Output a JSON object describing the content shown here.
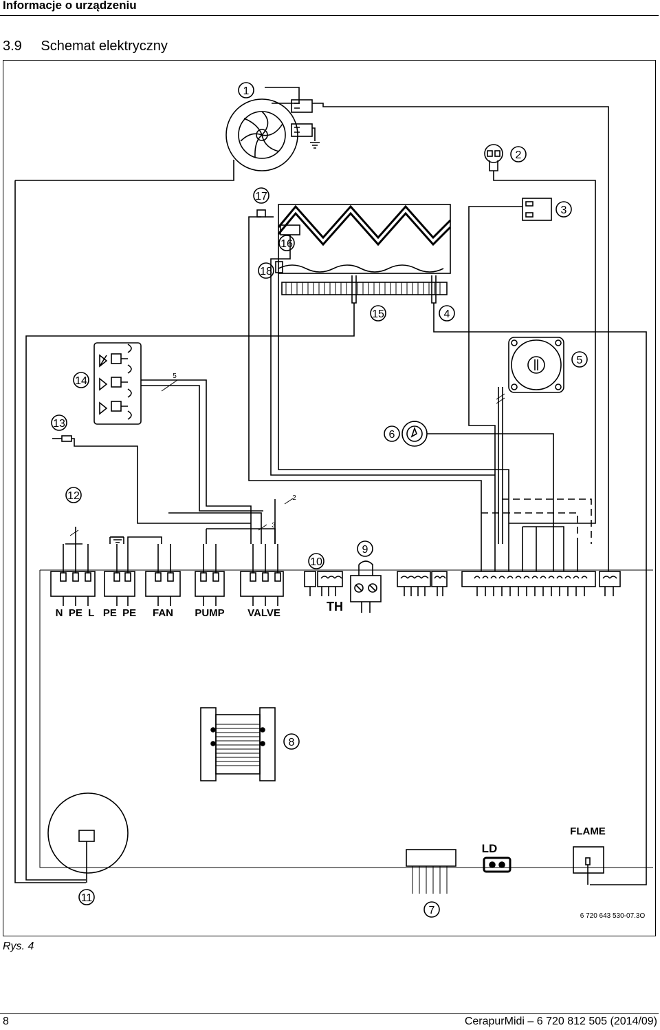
{
  "header": {
    "title": "Informacje o urządzeniu"
  },
  "section": {
    "number": "3.9",
    "title": "Schemat elektryczny"
  },
  "diagram": {
    "callouts": [
      "1",
      "2",
      "3",
      "4",
      "5",
      "6",
      "7",
      "8",
      "9",
      "10",
      "11",
      "12",
      "13",
      "14",
      "15",
      "16",
      "17",
      "18"
    ],
    "wire_counts": [
      "5",
      "2",
      "3"
    ],
    "terminal_labels": {
      "n_pe_l": "N  PE  L",
      "pe_pe": "PE  PE",
      "fan": "FAN",
      "pump": "PUMP",
      "valve": "VALVE",
      "th": "TH",
      "ld": "LD",
      "flame": "FLAME"
    },
    "code": "6 720 643 530-07.3O"
  },
  "caption": "Rys. 4",
  "footer": {
    "page": "8",
    "document": "CerapurMidi – 6 720 812 505 (2014/09)"
  }
}
